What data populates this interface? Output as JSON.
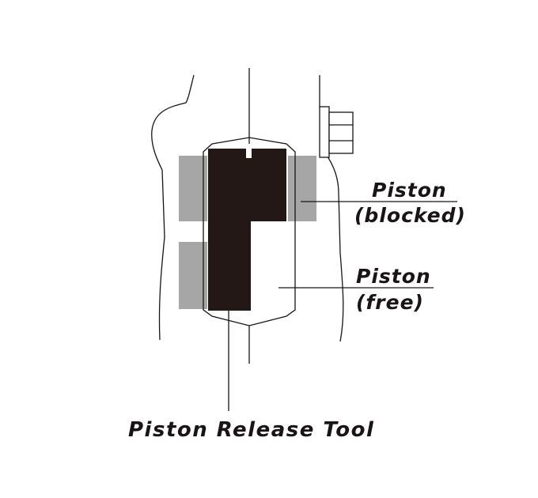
{
  "labels": {
    "piston_blocked_line1": "Piston",
    "piston_blocked_line2": "(blocked)",
    "piston_free_line1": "Piston",
    "piston_free_line2": "(free)",
    "release_tool": "Piston Release Tool"
  },
  "colors": {
    "line": "#1a1414",
    "tool": "#231816",
    "piston_pad": "#a6a6a6",
    "background": "#ffffff"
  }
}
